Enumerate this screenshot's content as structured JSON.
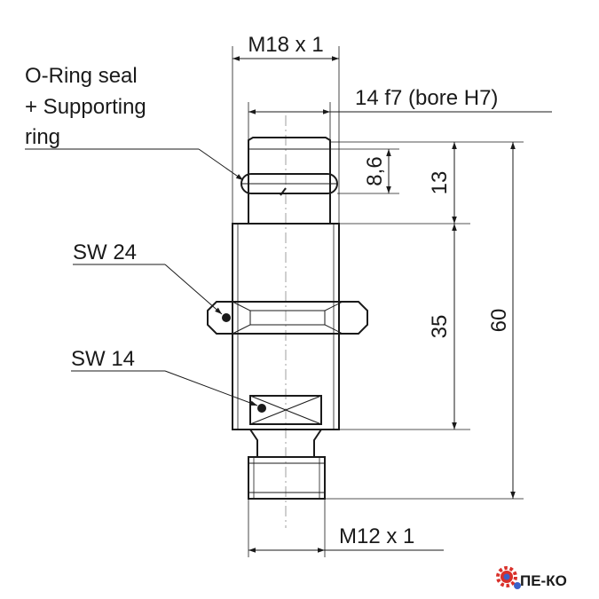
{
  "labels": {
    "thread_main": "M18 x 1",
    "fit": "14  f7  (bore H7)",
    "oring_line1": "O-Ring seal",
    "oring_line2": "+ Supporting",
    "oring_line3": "ring",
    "sw24": "SW 24",
    "sw14": "SW 14",
    "thread_connector": "M12 x 1"
  },
  "dimensions": {
    "d_8_6": "8,6",
    "d_13": "13",
    "d_35": "35",
    "d_60": "60"
  },
  "logo": {
    "text": "ПЕ-КО",
    "colors": {
      "gear": "#d9302a",
      "gear_inner": "#3a62c9",
      "text": "#1f3f8c"
    }
  },
  "colors": {
    "line": "#1a1a1a",
    "centerline": "#888888",
    "background": "#ffffff"
  }
}
